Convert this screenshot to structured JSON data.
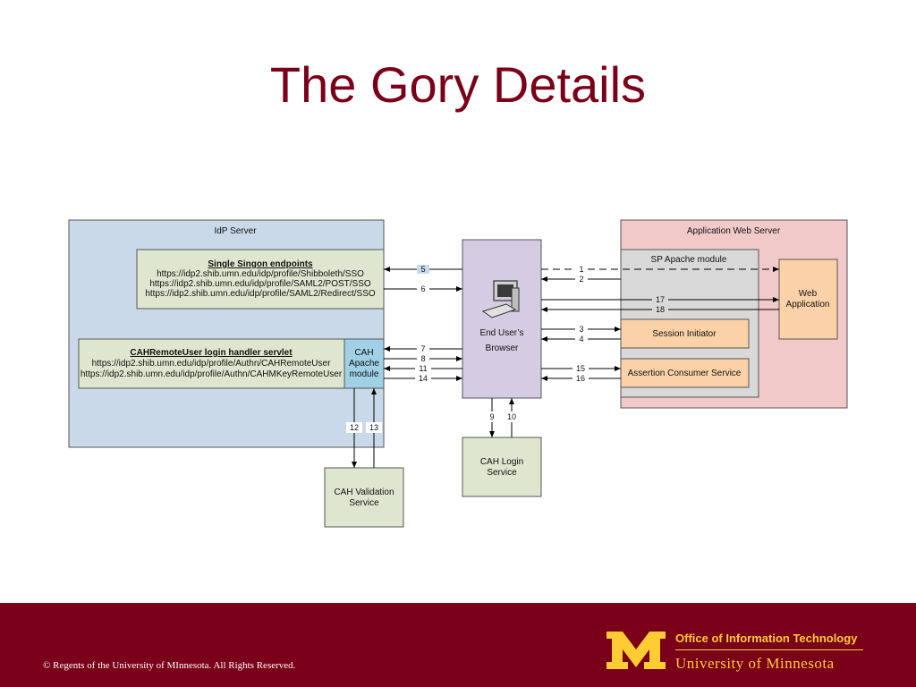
{
  "title": "The Gory Details",
  "colors": {
    "title": "#7a0019",
    "footer_bg": "#7a0019",
    "gold": "#ffcc33",
    "idp_bg": "#c9d9e9",
    "app_server_bg": "#f2c9c9",
    "sp_module_bg": "#d9d9d9",
    "browser_bg": "#d5cbe2",
    "green_box": "#dfe6cf",
    "orange_box": "#fbd2a8",
    "cah_module_bg": "#9fd0e5"
  },
  "idp": {
    "title": "IdP Server",
    "sso": {
      "heading": "Single Singon endpoints",
      "lines": [
        "https://idp2.shib.umn.edu/idp/profile/Shibboleth/SSO",
        "https://idp2.shib.umn.edu/idp/profile/SAML2/POST/SSO",
        "https://idp2.shib.umn.edu/idp/profile/SAML2/Redirect/SSO"
      ]
    },
    "cah_servlet": {
      "heading": "CAHRemoteUser login handler servlet",
      "lines": [
        "https://idp2.shib.umn.edu/idp/profile/Authn/CAHRemoteUser",
        "https://idp2.shib.umn.edu/idp/profile/Authn/CAHMKeyRemoteUser"
      ]
    },
    "cah_module": [
      "CAH",
      "Apache",
      "module"
    ]
  },
  "app_server": {
    "title": "Application Web Server",
    "sp_module": "SP Apache module",
    "web_app": [
      "Web",
      "Application"
    ],
    "session_initiator": "Session Initiator",
    "assertion_consumer": "Assertion Consumer Service"
  },
  "browser": [
    "End User’s",
    "Browser"
  ],
  "cah_login": [
    "CAH Login",
    "Service"
  ],
  "cah_validation": [
    "CAH Validation",
    "Service"
  ],
  "arrow_labels": {
    "a1": "1",
    "a2": "2",
    "a3": "3",
    "a4": "4",
    "a5": "5",
    "a6": "6",
    "a7": "7",
    "a8": "8",
    "a9": "9",
    "a10": "10",
    "a11": "11",
    "a12": "12",
    "a13": "13",
    "a14": "14",
    "a15": "15",
    "a16": "16",
    "a17": "17",
    "a18": "18"
  },
  "footer": {
    "copyright": "© Regents of the University of MInnesota. All Rights Reserved.",
    "office": "Office of Information Technology",
    "university": "University of Minnesota"
  }
}
